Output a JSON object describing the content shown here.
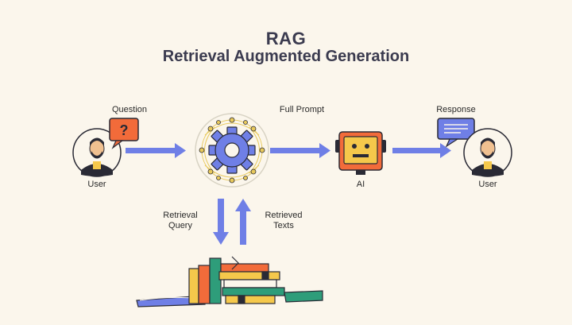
{
  "header": {
    "title": "RAG",
    "subtitle": "Retrieval Augmented Generation"
  },
  "labels": {
    "question": "Question",
    "user_left": "User",
    "full_prompt": "Full Prompt",
    "response": "Response",
    "ai": "AI",
    "user_right": "User",
    "retrieval_query_1": "Retrieval",
    "retrieval_query_2": "Query",
    "retrieved_texts_1": "Retrieved",
    "retrieved_texts_2": "Texts"
  },
  "colors": {
    "arrow": "#6f7fe6",
    "orange": "#f26b3a",
    "gear": "#6f7fe6",
    "dark": "#2a2a35",
    "yellow": "#f5c84b",
    "green": "#2e9d7a",
    "ring": "#e8c95b",
    "background": "#fbf6ec"
  },
  "icons": [
    "question-bubble-icon",
    "user-avatar-icon",
    "gear-icon",
    "ai-robot-icon",
    "response-bubble-icon",
    "books-icon"
  ]
}
